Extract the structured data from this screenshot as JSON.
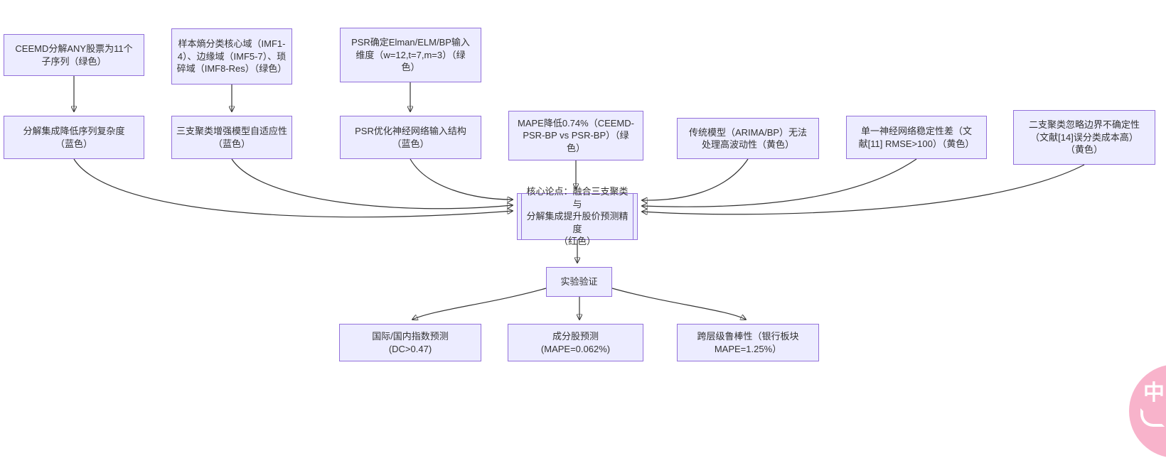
{
  "style": {
    "node_fill": "#ECECFF",
    "node_border": "#9370DB",
    "text_color": "#333333",
    "edge_color": "#333333",
    "badge_color": "#F8B3CB",
    "badge_text_color": "#FFFFFF"
  },
  "diagram": {
    "nodes": {
      "b1": {
        "lines": [
          "CEEMD分解ANY股票为11个",
          "子序列（绿色）"
        ]
      },
      "b2": {
        "lines": [
          "样本熵分类核心域（IMF1-",
          "4）、边缘域（IMF5-7）、琐",
          "碎域（IMF8-Res）（绿色）"
        ]
      },
      "b3": {
        "lines": [
          "PSR确定Elman/ELM/BP输入",
          "维度（w=12,t=7,m=3）（绿",
          "色）"
        ]
      },
      "c1": {
        "lines": [
          "分解集成降低序列复杂度",
          "（蓝色）"
        ]
      },
      "c2": {
        "lines": [
          "三支聚类增强模型自适应性",
          "（蓝色）"
        ]
      },
      "c3": {
        "lines": [
          "PSR优化神经网络输入结构",
          "（蓝色）"
        ]
      },
      "c4": {
        "lines": [
          "MAPE降低0.74%（CEEMD-",
          "PSR-BP vs PSR-BP）（绿",
          "色）"
        ]
      },
      "c5": {
        "lines": [
          "传统模型（ARIMA/BP）无法",
          "处理高波动性（黄色）"
        ]
      },
      "c6": {
        "lines": [
          "单一神经网络稳定性差（文",
          "献[11] RMSE>100）（黄色）"
        ]
      },
      "c7": {
        "lines": [
          "二支聚类忽略边界不确定性",
          "（文献[14]误分类成本高）",
          "（黄色）"
        ]
      },
      "core": {
        "lines": [
          "核心论点：融合三支聚类与",
          "分解集成提升股价预测精度",
          "（红色）"
        ]
      },
      "exp": {
        "lines": [
          "实验验证"
        ]
      },
      "d1": {
        "lines": [
          "国际/国内指数预测",
          "(DC>0.47)"
        ]
      },
      "d2": {
        "lines": [
          "成分股预测",
          "(MAPE=0.062%)"
        ]
      },
      "d3": {
        "lines": [
          "跨层级鲁棒性（银行板块",
          "MAPE=1.25%）"
        ]
      }
    }
  },
  "badge": {
    "label": "中A"
  }
}
